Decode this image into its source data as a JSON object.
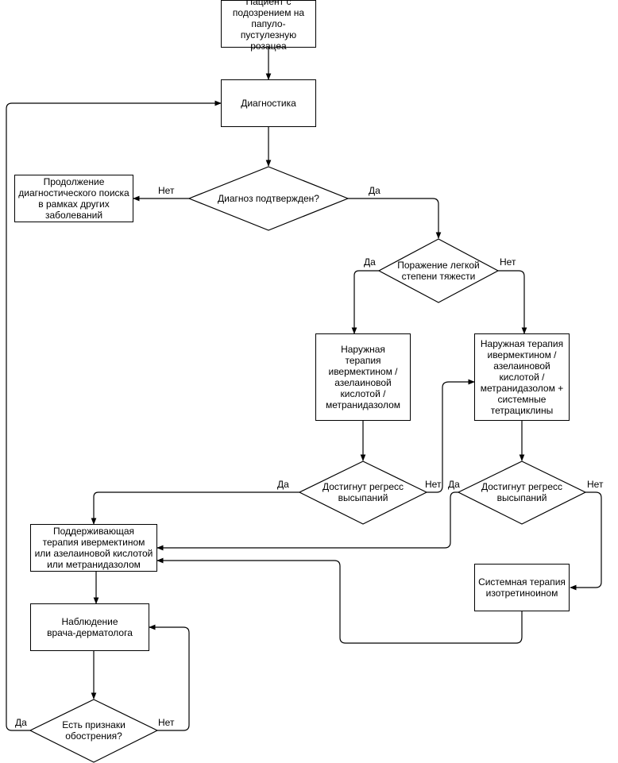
{
  "nodes": {
    "start": "Пациент с подозрением на папуло-пустулезную розацеа",
    "diagnostics": "Диагностика",
    "diag_confirmed": "Диагноз подтвержден?",
    "continue_search": "Продолжение диагностического поиска в рамках других заболеваний",
    "mild_lesion": "Поражение легкой степени тяжести",
    "topical": "Наружная терапия ивермектином / азелаиновой кислотой / метранидазолом",
    "topical_systemic": "Наружная терапия ивермектином / азелаиновой кислотой / метранидазолом + системные тетрациклины",
    "regress_1": "Достигнут регресс высыпаний",
    "regress_2": "Достигнут регресс высыпаний",
    "maintenance": "Поддерживающая терапия ивермектином или азелаиновой кислотой или метранидазолом",
    "isotretinoin": "Системная терапия изотретиноином",
    "observation": "Наблюдение врача-дерматолога",
    "exacerbation": "Есть признаки обострения?"
  },
  "edge_labels": {
    "diag_no": "Нет",
    "diag_yes": "Да",
    "mild_yes": "Да",
    "mild_no": "Нет",
    "reg1_yes": "Да",
    "reg1_no": "Нет",
    "reg2_yes": "Да",
    "reg2_no": "Нет",
    "exac_yes": "Да",
    "exac_no": "Нет"
  }
}
